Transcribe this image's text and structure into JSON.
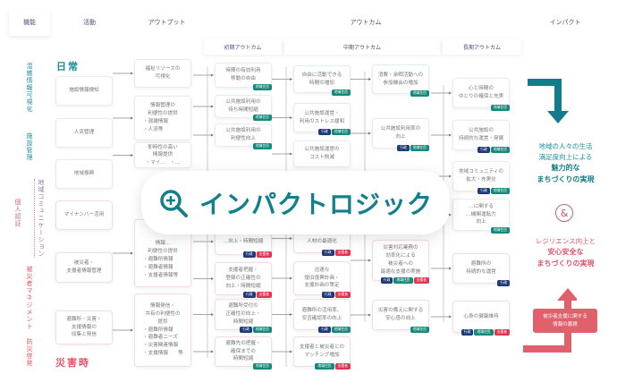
{
  "header": {
    "stages": [
      "機能",
      "活動",
      "アウトプット",
      "アウトカム",
      "インパクト"
    ],
    "sub": [
      "初期アウトカム",
      "中期アウトカム",
      "長期アウトカム"
    ]
  },
  "sections": {
    "daily": "日常",
    "disaster": "災害時"
  },
  "functions": [
    "混雑情報可視化",
    "施設管理",
    "地域コミュニケーション",
    "個人認証",
    "被災者マネジメント",
    "防災啓発"
  ],
  "tag_colors": {
    "行政": "#1e3a78",
    "地域住民": "#15897a",
    "支援者": "#e0344f"
  },
  "nodes": [
    {
      "text": "施設情報検知"
    },
    {
      "text": "人流管理"
    },
    {
      "text": "地域振興"
    },
    {
      "text": "マイナンバー活用"
    },
    {
      "text": "被災者・\n支援者情報管理"
    },
    {
      "text": "避難所・災害・\n支援情報の\n収集と発信"
    },
    {
      "text": "福祉リソースの\n可視化"
    },
    {
      "text": "情報管理の\n利便性の提供",
      "bullets": [
        "・混雑情報",
        "・人流等"
      ]
    },
    {
      "text": "即時性の高い\n情報提供",
      "bullets": [
        "・マイ…",
        "・…"
      ]
    },
    {
      "text": "情報…\n利便性の提供",
      "bullets": [
        "・避難所情報",
        "・避難者情報",
        "・支援者情報等"
      ]
    },
    {
      "text": "情報発信・\n共有の利便性の\n提供",
      "bullets": [
        "・避難所情報",
        "・避難者ニーズ",
        "・災害関連情報",
        "・支援情報　　等"
      ]
    },
    {
      "text": "時間の有効利用\n移動の自由",
      "tags": [
        "地域住民"
      ]
    },
    {
      "text": "公共施設利用の\n待ち時間短縮",
      "tags": [
        "地域住民"
      ]
    },
    {
      "text": "公共施設利用の\n利便性向上",
      "tags": [
        "地域住民"
      ]
    },
    {
      "text": "…向上・時間短縮",
      "tags": [
        "行政",
        "支援者"
      ]
    },
    {
      "text": "支援者把握・\n登録の正確性の\n向上・時間短縮",
      "tags": [
        "行政",
        "支援者"
      ]
    },
    {
      "text": "避難所受付の\n正確性の向上・\n時間短縮",
      "tags": [
        "行政",
        "地域住民"
      ]
    },
    {
      "text": "避難先の把握・\n確保までの\n時間短縮",
      "tags": [
        "地域住民"
      ]
    },
    {
      "text": "自由に活動できる\n時間の増加",
      "tags": [
        "地域住民"
      ]
    },
    {
      "text": "公共施設運営・\n利用のストレス緩和",
      "tags": [
        "行政",
        "地域住民"
      ]
    },
    {
      "text": "公共施設運営の\nコスト削減"
    },
    {
      "text": "人材の最適化",
      "tags": [
        "行政",
        "支援者"
      ]
    },
    {
      "text": "迅速な\n復旧復興計画・\n支援計画の策定",
      "tags": [
        "行政",
        "支援者"
      ]
    },
    {
      "text": "避難所の活用率、\n安否確認率の向上",
      "tags": [
        "行政",
        "地域住民"
      ]
    },
    {
      "text": "支援者と被災者との\nマッチング増加",
      "tags": [
        "地域住民",
        "支援者"
      ]
    },
    {
      "text": "消費・余暇活動への\n参加機会の増加",
      "tags": [
        "地域住民"
      ]
    },
    {
      "text": "公共施設利用率の\n向上",
      "tags": [
        "行政",
        "地域住民"
      ]
    },
    {
      "text": "災害対応業務の\n効率化による\n被災者への\n最適な支援の実施",
      "tags": [
        "行政",
        "地域住民",
        "支援者"
      ]
    },
    {
      "text": "災害の備えに関する\n安心感の向上",
      "tags": [
        "地域住民"
      ]
    },
    {
      "text": "心と時間の\nゆとりの確保と充実",
      "tags": [
        "地域住民"
      ]
    },
    {
      "text": "公共施設の\n持続的な運営・発展",
      "tags": [
        "行政",
        "地域住民"
      ]
    },
    {
      "text": "地域コミュニティの\n拡大・充実化",
      "tags": [
        "行政",
        "地域住民"
      ]
    },
    {
      "text": "…に関する\n…機関運転力\n向上",
      "tags": [
        "地域住民"
      ]
    },
    {
      "text": "避難所の\n持続的な運営",
      "tags": [
        "行政"
      ]
    },
    {
      "text": "心身の健康維持",
      "tags": [
        "行政",
        "地域住民",
        "支援者"
      ]
    }
  ],
  "overlay": {
    "title": "インパクトロジック"
  },
  "impact": {
    "line1": "地域の人々の生活",
    "line2": "満足度向上による",
    "strong1": "魅力的な",
    "strong2": "まちづくりの実現",
    "amp": "&",
    "r_line1": "レジリエンス向上と",
    "r_strong1": "安心安全な",
    "r_strong2": "まちづくりの実現",
    "feedback": "被災者支援に関する\n情報の蓄積"
  }
}
